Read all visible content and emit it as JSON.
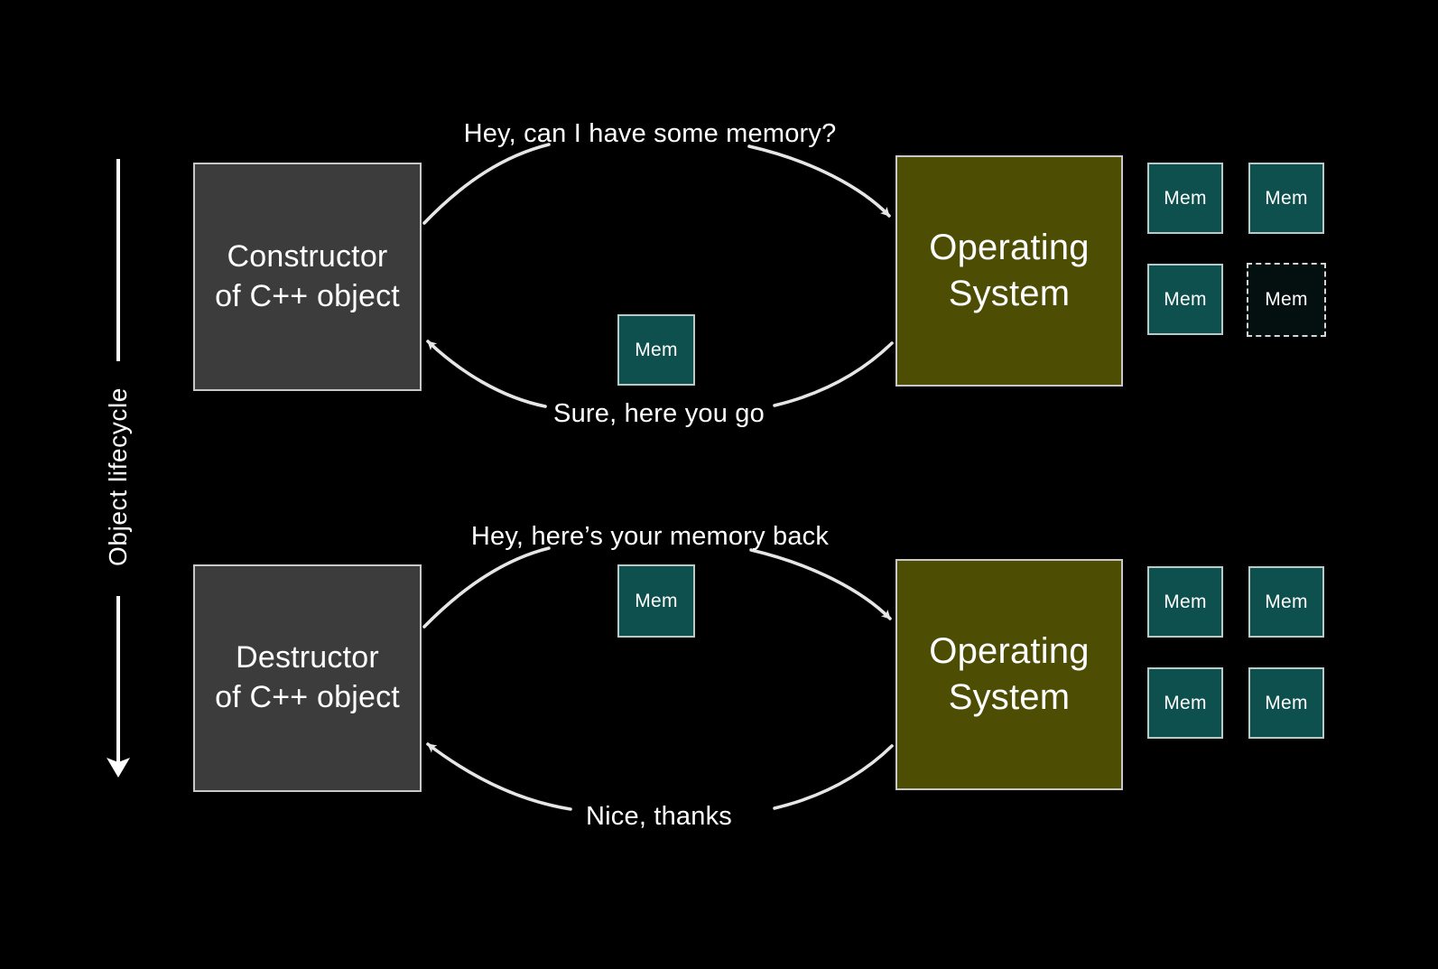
{
  "slide": {
    "background_color": "#000000",
    "lifecycle_axis": {
      "label": "Object lifecycle",
      "direction": "downward"
    }
  },
  "colors": {
    "background": "#000000",
    "actor_gray": "#3c3c3c",
    "actor_olive": "#4d4d03",
    "memory_teal": "#0d504e",
    "memory_free": "#04100f",
    "border_light": "#c8c8c8",
    "text": "#ffffff",
    "arrow": "#e6e6e6"
  },
  "phases": [
    {
      "id": "construction",
      "left_actor": {
        "line1": "Constructor",
        "line2": "of C++ object"
      },
      "right_actor": {
        "line1": "Operating",
        "line2": "System"
      },
      "request_label": "Hey, can I have some memory?",
      "response_label": "Sure, here you go",
      "transferred_memory": {
        "label": "Mem"
      },
      "memory_pool": [
        {
          "label": "Mem",
          "state": "allocated"
        },
        {
          "label": "Mem",
          "state": "allocated"
        },
        {
          "label": "Mem",
          "state": "allocated"
        },
        {
          "label": "Mem",
          "state": "free"
        }
      ]
    },
    {
      "id": "destruction",
      "left_actor": {
        "line1": "Destructor",
        "line2": "of C++ object"
      },
      "right_actor": {
        "line1": "Operating",
        "line2": "System"
      },
      "request_label": "Hey, here’s your memory back",
      "response_label": "Nice, thanks",
      "transferred_memory": {
        "label": "Mem"
      },
      "memory_pool": [
        {
          "label": "Mem",
          "state": "allocated"
        },
        {
          "label": "Mem",
          "state": "allocated"
        },
        {
          "label": "Mem",
          "state": "allocated"
        },
        {
          "label": "Mem",
          "state": "allocated"
        }
      ]
    }
  ]
}
